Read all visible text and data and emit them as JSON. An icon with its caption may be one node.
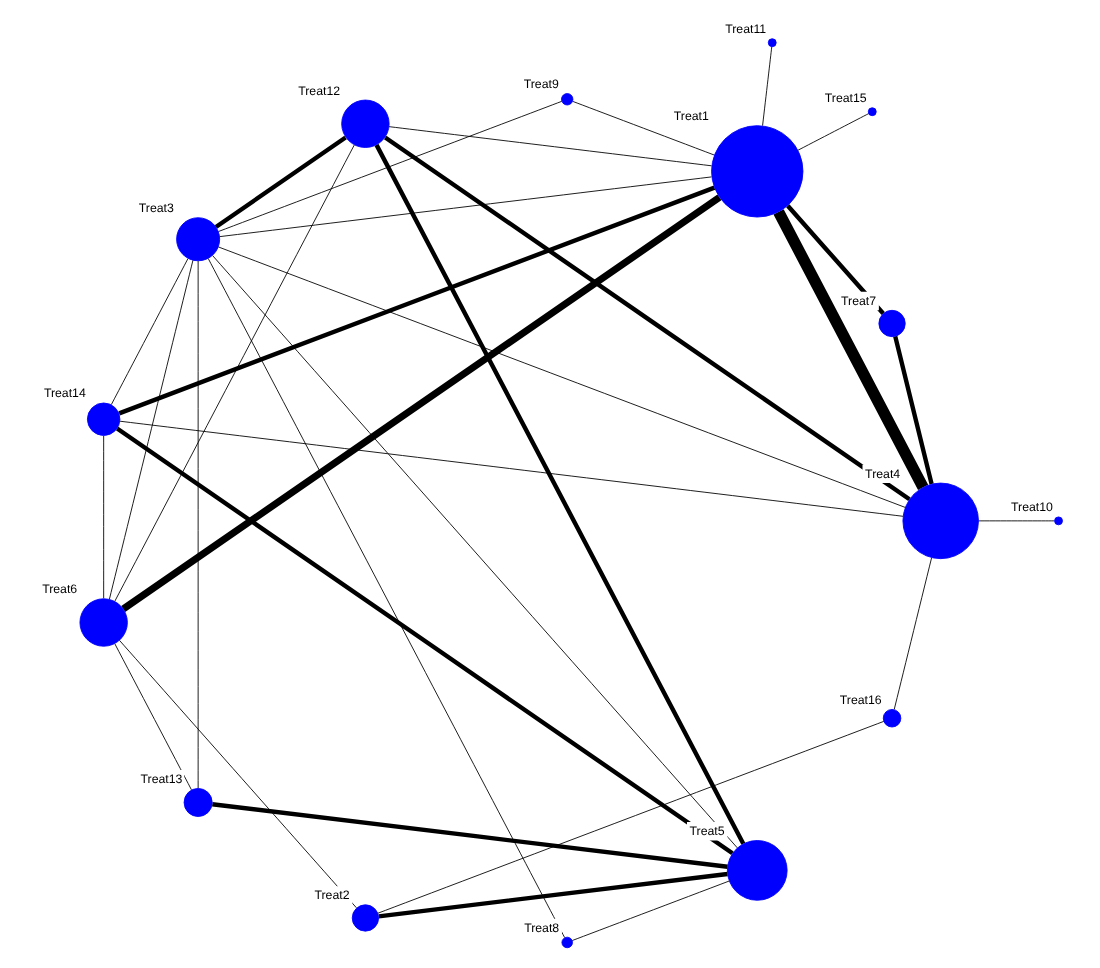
{
  "diagram": {
    "nodes": [
      {
        "text": [
          "Treat5"
        ]
      },
      {
        "text": [
          "Treat16"
        ]
      },
      {
        "text": [
          "Treat2"
        ]
      },
      {
        "text": [
          "Treat6"
        ]
      },
      {
        "text": [
          "Treat12"
        ]
      },
      {
        "text": [
          "Treat9"
        ]
      },
      {
        "text": [
          "Treat15"
        ]
      },
      {
        "text": [
          "Treat1"
        ]
      },
      {
        "text": [
          "Treat11"
        ]
      },
      {
        "text": [
          "Treat7"
        ]
      },
      {
        "text": [
          "Treat4"
        ]
      },
      {
        "text": [
          "Treat10"
        ]
      },
      {
        "text": [
          "Treat14"
        ]
      },
      {
        "text": [
          "Treat3"
        ]
      },
      {
        "text": [
          "Treat8"
        ]
      },
      {
        "text": [
          "Treat13"
        ]
      }
    ],
    "edges": [
      {
        "from": 0,
        "to": 2,
        "arrow": "none",
        "style": "thick"
      },
      {
        "from": 1,
        "to": 2,
        "arrow": "none"
      },
      {
        "from": 0,
        "to": 4,
        "arrow": "none",
        "style": "thick"
      },
      {
        "from": 0,
        "to": 15,
        "arrow": "none",
        "style": "thick"
      },
      {
        "from": 0,
        "to": 12,
        "arrow": "none",
        "style": "thick"
      },
      {
        "from": 0,
        "to": 14,
        "arrow": "none"
      },
      {
        "from": 0,
        "to": 13,
        "arrow": "none"
      },
      {
        "from": 15,
        "to": 13,
        "arrow": "none"
      },
      {
        "from": 14,
        "to": 13,
        "arrow": "none"
      },
      {
        "from": 15,
        "to": 3,
        "arrow": "none"
      },
      {
        "from": 1,
        "to": 10,
        "arrow": "none"
      },
      {
        "from": 3,
        "to": 7,
        "arrow": "none",
        "style": "thick"
      },
      {
        "from": 3,
        "to": 4,
        "arrow": "none"
      },
      {
        "from": 2,
        "to": 3,
        "arrow": "none"
      },
      {
        "from": 3,
        "to": 13,
        "arrow": "none"
      },
      {
        "from": 3,
        "to": 12,
        "arrow": "none"
      },
      {
        "from": 4,
        "to": 13,
        "arrow": "none",
        "style": "thick"
      },
      {
        "from": 4,
        "to": 10,
        "arrow": "none",
        "style": "thick"
      },
      {
        "from": 4,
        "to": 7,
        "arrow": "none"
      },
      {
        "from": 13,
        "to": 5,
        "arrow": "none"
      },
      {
        "from": 5,
        "to": 7,
        "arrow": "none"
      },
      {
        "from": 6,
        "to": 7,
        "arrow": "none"
      },
      {
        "from": 13,
        "to": 7,
        "arrow": "none"
      },
      {
        "from": 13,
        "to": 12,
        "arrow": "none"
      },
      {
        "from": 13,
        "to": 10,
        "arrow": "none"
      },
      {
        "from": 12,
        "to": 7,
        "arrow": "none",
        "style": "thick"
      },
      {
        "from": 12,
        "to": 10,
        "arrow": "none"
      },
      {
        "from": 11,
        "to": 10,
        "arrow": "none"
      },
      {
        "from": 10,
        "to": 7,
        "arrow": "none",
        "style": "thick"
      },
      {
        "from": 10,
        "to": 9,
        "arrow": "none",
        "style": "thick"
      },
      {
        "from": 9,
        "to": 7,
        "arrow": "none",
        "style": "thick"
      },
      {
        "from": 8,
        "to": 7,
        "arrow": "none"
      }
    ]
  }
}
